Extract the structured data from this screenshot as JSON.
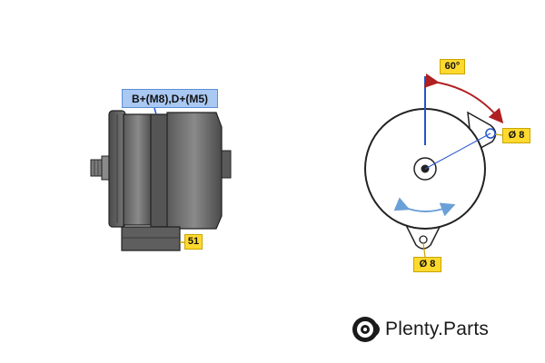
{
  "labels": {
    "terminal": "B+(M8),D+(M5)",
    "mount_code": "51",
    "angle": "60°",
    "upper_diameter": "Ø 8",
    "lower_diameter": "Ø 8"
  },
  "brand": {
    "name": "Plenty.Parts"
  },
  "colors": {
    "label_fill_blue": "#a9c8f2",
    "label_fill_yellow": "#ffd92e",
    "housing": "#6a6a6a",
    "housing_dark": "#3f3f3f",
    "outline": "#222222",
    "axis_line": "#2255cc",
    "angle_arrow": "#b02020",
    "rotation_arrow": "#6aa0d8"
  }
}
